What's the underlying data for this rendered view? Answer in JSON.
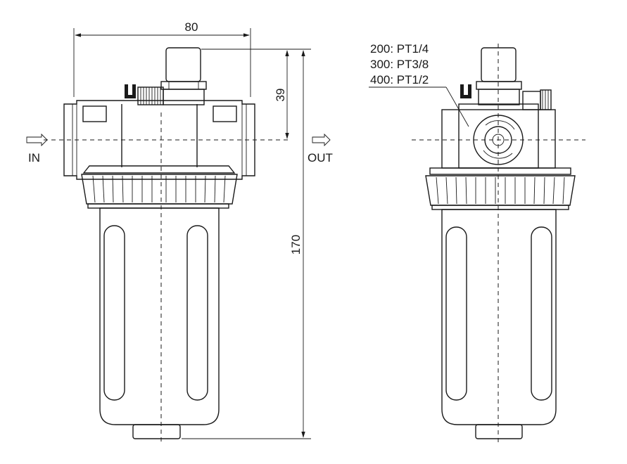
{
  "dimensions": {
    "width": "80",
    "upper_height": "39",
    "total_height": "170"
  },
  "ports": {
    "inlet": "IN",
    "outlet": "OUT"
  },
  "thread_sizes": [
    "200: PT1/4",
    "300: PT3/8",
    "400: PT1/2"
  ]
}
